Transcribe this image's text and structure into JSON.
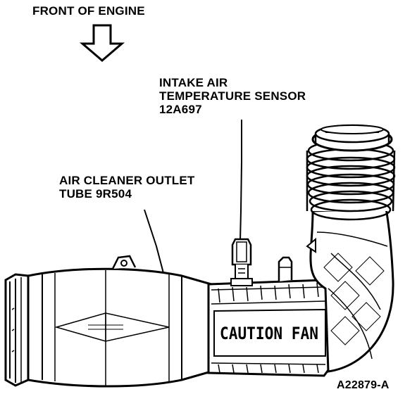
{
  "labels": {
    "front_of_engine": "FRONT OF ENGINE",
    "iat_sensor_line1": "INTAKE AIR",
    "iat_sensor_line2": "TEMPERATURE SENSOR",
    "iat_sensor_line3": "12A697",
    "outlet_tube_line1": "AIR CLEANER OUTLET",
    "outlet_tube_line2": "TUBE 9R504",
    "tube_marking": "CAUTION FAN",
    "figure_id": "A22879-A"
  }
}
